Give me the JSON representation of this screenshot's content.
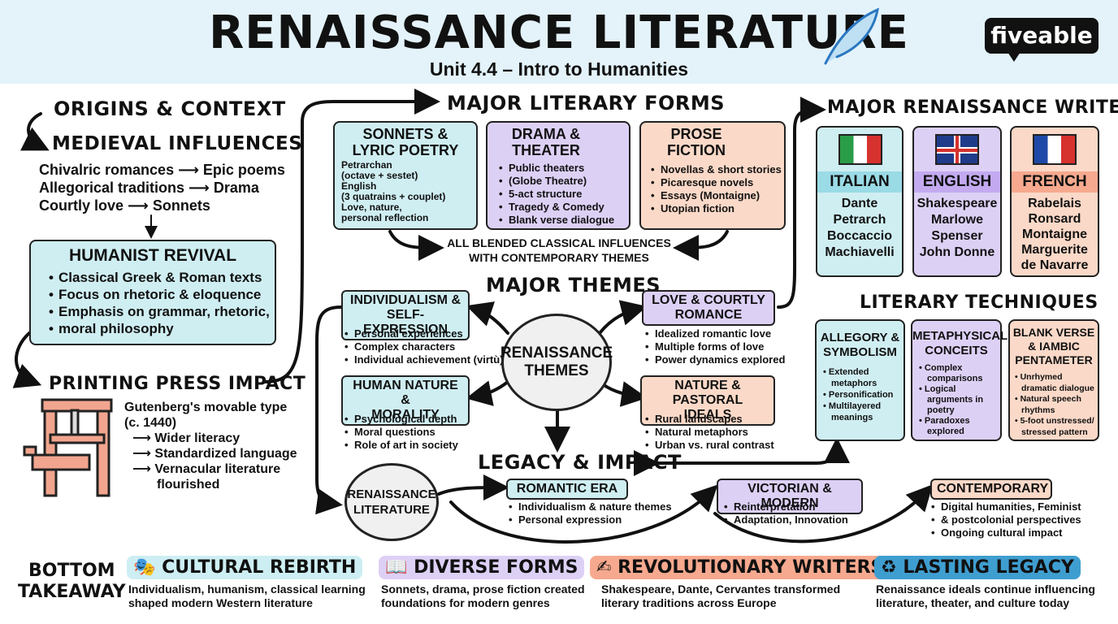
{
  "header": {
    "title": "RENAISSANCE LITERATURE",
    "subtitle": "Unit 4.4 – Intro to Humanities",
    "logo": "fiveable"
  },
  "origins": {
    "title": "ORIGINS & CONTEXT",
    "medieval_title": "MEDIEVAL INFLUENCES",
    "influences": [
      {
        "from": "Chivalric romances",
        "to": "Epic poems"
      },
      {
        "from": "Allegorical traditions",
        "to": "Drama"
      },
      {
        "from": "Courtly love",
        "to": "Sonnets"
      }
    ],
    "humanist_title": "HUMANIST REVIVAL",
    "humanist_items": [
      "Classical Greek & Roman texts",
      "Focus on rhetoric & eloquence",
      "Emphasis on grammar, rhetoric,",
      "moral philosophy"
    ],
    "printing_title": "PRINTING PRESS IMPACT",
    "printing_lines": [
      "Gutenberg's movable type",
      "(c. 1440)"
    ],
    "printing_items": [
      "Wider literacy",
      "Standardized language",
      "Vernacular literature",
      "flourished"
    ]
  },
  "forms": {
    "title": "MAJOR LITERARY FORMS",
    "sonnets": {
      "title": [
        "SONNETS &",
        "LYRIC POETRY"
      ],
      "items": [
        "Petrarchan",
        "(octave + sestet)",
        "English",
        "(3 quatrains + couplet)",
        "Love, nature,",
        "personal reflection"
      ]
    },
    "drama": {
      "title": [
        "DRAMA &",
        "THEATER"
      ],
      "items": [
        "Public theaters",
        "(Globe Theatre)",
        "5-act structure",
        "Tragedy & Comedy",
        "Blank verse dialogue"
      ]
    },
    "prose": {
      "title": [
        "PROSE",
        "FICTION"
      ],
      "items": [
        "Novellas & short stories",
        "Picaresque novels",
        "Essays (Montaigne)",
        "Utopian fiction"
      ]
    },
    "blend": [
      "ALL BLENDED CLASSICAL INFLUENCES",
      "WITH CONTEMPORARY THEMES"
    ]
  },
  "themes": {
    "title": "MAJOR THEMES",
    "center": [
      "RENAISSANCE",
      "THEMES"
    ],
    "individualism": {
      "title": [
        "INDIVIDUALISM &",
        "SELF-EXPRESSION"
      ],
      "items": [
        "Personal experiences",
        "Complex characters",
        "Individual achievement (virtù)"
      ]
    },
    "love": {
      "title": [
        "LOVE & COURTLY",
        "ROMANCE"
      ],
      "items": [
        "Idealized romantic love",
        "Multiple forms of love",
        "Power dynamics explored"
      ]
    },
    "human": {
      "title": [
        "HUMAN NATURE &",
        "MORALITY"
      ],
      "items": [
        "Psychological depth",
        "Moral questions",
        "Role of art in society"
      ]
    },
    "nature": {
      "title": [
        "NATURE & PASTORAL",
        "IDEALS"
      ],
      "items": [
        "Rural landscapes",
        "Natural metaphors",
        "Urban vs. rural contrast"
      ]
    }
  },
  "writers": {
    "title": "MAJOR RENAISSANCE WRITERS",
    "groups": [
      {
        "label": "ITALIAN",
        "names": [
          "Dante",
          "Petrarch",
          "Boccaccio",
          "Machiavelli"
        ]
      },
      {
        "label": "ENGLISH",
        "names": [
          "Shakespeare",
          "Marlowe",
          "Spenser",
          "John Donne"
        ]
      },
      {
        "label": "FRENCH",
        "names": [
          "Rabelais",
          "Ronsard",
          "Montaigne",
          "Marguerite",
          "de Navarre"
        ]
      }
    ]
  },
  "techniques": {
    "title": "LITERARY TECHNIQUES",
    "groups": [
      {
        "title": [
          "ALLEGORY &",
          "SYMBOLISM"
        ],
        "items": [
          "Extended",
          "metaphors",
          "Personification",
          "Multilayered",
          "meanings"
        ]
      },
      {
        "title": [
          "METAPHYSICAL",
          "CONCEITS"
        ],
        "items": [
          "Complex",
          "comparisons",
          "Logical",
          "arguments in",
          "poetry",
          "Paradoxes",
          "explored"
        ]
      },
      {
        "title": [
          "BLANK VERSE",
          "& IAMBIC",
          "PENTAMETER"
        ],
        "items": [
          "Unrhymed",
          "dramatic dialogue",
          "Natural speech",
          "rhythms",
          "5-foot unstressed/",
          "stressed pattern"
        ]
      }
    ]
  },
  "legacy": {
    "title": "LEGACY & IMPACT",
    "origin": [
      "RENAISSANCE",
      "LITERATURE"
    ],
    "romantic": {
      "label": "ROMANTIC ERA",
      "items": [
        "Individualism & nature themes",
        "Personal expression"
      ]
    },
    "victorian": {
      "label": "VICTORIAN & MODERN",
      "items": [
        "Reinterpretation",
        "Adaptation, Innovation"
      ]
    },
    "contemporary": {
      "label": "CONTEMPORARY",
      "items": [
        "Digital humanities, Feminist",
        "& postcolonial perspectives",
        "Ongoing cultural impact"
      ]
    }
  },
  "takeaway": {
    "label": [
      "BOTTOM",
      "TAKEAWAY"
    ],
    "items": [
      {
        "icon": "🎭",
        "title": "CULTURAL REBIRTH",
        "text": [
          "Individualism, humanism, classical learning",
          "shaped modern Western literature"
        ],
        "color": "#cdeef3"
      },
      {
        "icon": "📖",
        "title": "DIVERSE FORMS",
        "text": [
          "Sonnets, drama, prose fiction created",
          "foundations for modern genres"
        ],
        "color": "#ddd0f5"
      },
      {
        "icon": "✍",
        "title": "REVOLUTIONARY WRITERS",
        "text": [
          "Shakespeare, Dante, Cervantes transformed",
          "literary traditions across Europe"
        ],
        "color": "#f6a98e"
      },
      {
        "icon": "♻",
        "title": "LASTING LEGACY",
        "text": [
          "Renaissance ideals continue influencing",
          "literature, theater, and culture today"
        ],
        "color": "#3f9ed0"
      }
    ]
  },
  "colors": {
    "teal": "#cfeef2",
    "purple": "#ddd0f5",
    "peach": "#fbd9c8",
    "header": "#e4f3fa"
  }
}
